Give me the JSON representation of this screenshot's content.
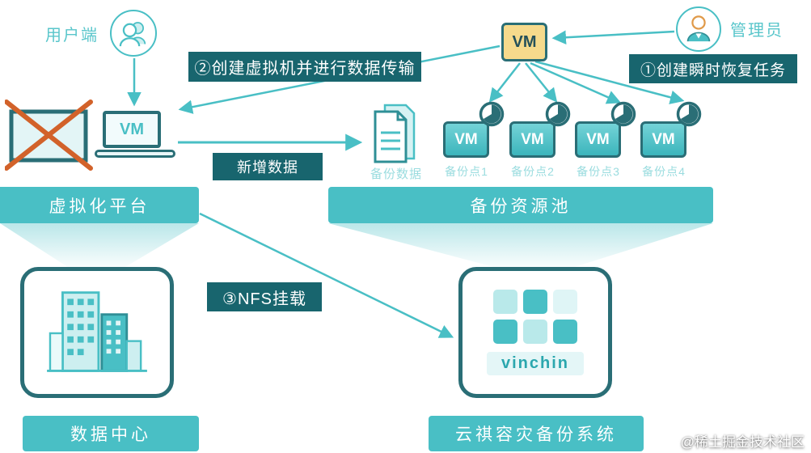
{
  "page": {
    "watermark": "@稀土掘金技术社区"
  },
  "colors": {
    "teal": "#49bfc5",
    "dark_teal_badge": "#18656e",
    "outline_dark": "#2a6e76",
    "vm_yellow": "#f6da8c",
    "cross_orange": "#d2622a",
    "faint_label": "#9adcdf"
  },
  "actors": {
    "user": {
      "label": "用户端"
    },
    "admin": {
      "label": "管理员"
    }
  },
  "steps": {
    "step1": "①创建瞬时恢复任务",
    "step2": "②创建虚拟机并进行数据传输",
    "step3": "③NFS挂载",
    "new_data": "新增数据"
  },
  "nodes": {
    "source_vm": {
      "label": "VM"
    },
    "recovery_vm": {
      "label": "VM"
    },
    "backup_files": {
      "label": "备份数据"
    },
    "backup_points": [
      {
        "vm": "VM",
        "label": "备份点1"
      },
      {
        "vm": "VM",
        "label": "备份点2"
      },
      {
        "vm": "VM",
        "label": "备份点3"
      },
      {
        "vm": "VM",
        "label": "备份点4"
      }
    ]
  },
  "platforms": {
    "virtualization": "虚拟化平台",
    "backup_pool": "备份资源池"
  },
  "systems": {
    "data_center": "数据中心",
    "vinchin_system": "云祺容灾备份系统",
    "vinchin_logo": "vinchin"
  }
}
